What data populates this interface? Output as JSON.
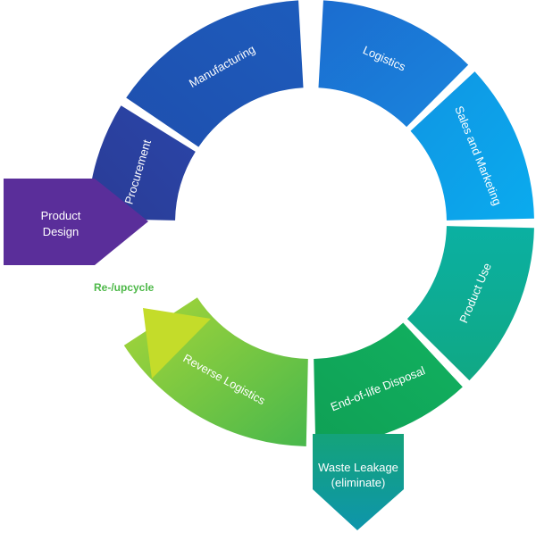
{
  "diagram": {
    "segments": [
      {
        "label": "Procurement",
        "color_start": "#2c3f9c",
        "color_end": "#273a94"
      },
      {
        "label": "Manufacturing",
        "color_start": "#1f4fb0",
        "color_end": "#1b5ab8"
      },
      {
        "label": "Logistics",
        "color_start": "#1a6cd0",
        "color_end": "#1a84de"
      },
      {
        "label": "Sales and Marketing",
        "color_start": "#0f9be4",
        "color_end": "#0ea8ec"
      },
      {
        "label": "Product Use",
        "color_start": "#0eaf9a",
        "color_end": "#10a888"
      },
      {
        "label": "End-of-life Disposal",
        "color_start": "#14b05c",
        "color_end": "#0fa356"
      },
      {
        "label": "Reverse Logistics",
        "color_start": "#5ec44a",
        "color_end": "#a4d437"
      }
    ],
    "start_box": {
      "label_line1": "Product",
      "label_line2": "Design",
      "color": "#5a2e9a"
    },
    "waste": {
      "label_line1": "Waste Leakage",
      "label_line2": "(eliminate)",
      "color_start": "#12a07a",
      "color_end": "#0e97a8"
    },
    "loop_label": {
      "text": "Re-/upcycle",
      "color": "#4db848"
    },
    "arrow_color": "#c4dc2a"
  }
}
